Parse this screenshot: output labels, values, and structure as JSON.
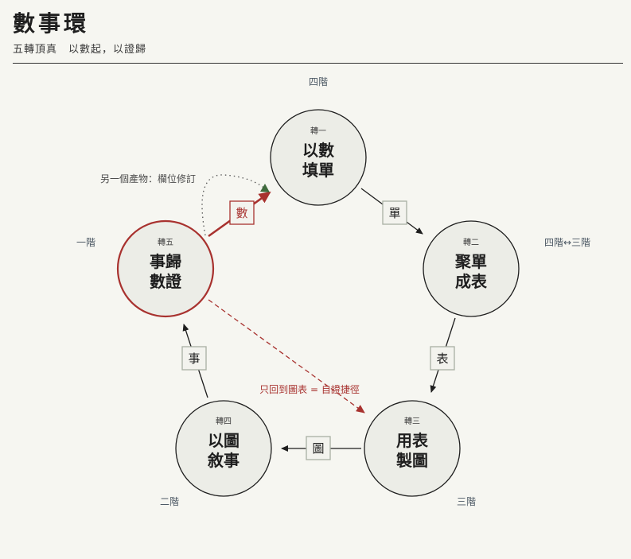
{
  "header": {
    "title": "數事環",
    "subtitle": "五轉頂真　以數起，以證歸"
  },
  "colors": {
    "accent_red": "#a8322f",
    "node_fill": "#ecede7",
    "ink": "#1e1e1e",
    "level_text": "#4d5965",
    "note_green": "#3f6b3d"
  },
  "stages": [
    {
      "id": "s1",
      "num": "轉一",
      "line1": "以數",
      "line2": "填單"
    },
    {
      "id": "s2",
      "num": "轉二",
      "line1": "聚單",
      "line2": "成表"
    },
    {
      "id": "s3",
      "num": "轉三",
      "line1": "用表",
      "line2": "製圖"
    },
    {
      "id": "s4",
      "num": "轉四",
      "line1": "以圖",
      "line2": "敘事"
    },
    {
      "id": "s5",
      "num": "轉五",
      "line1": "事歸",
      "line2": "數證"
    }
  ],
  "edges": [
    {
      "from": "s1",
      "to": "s2",
      "label": "單"
    },
    {
      "from": "s2",
      "to": "s3",
      "label": "表"
    },
    {
      "from": "s3",
      "to": "s4",
      "label": "圖"
    },
    {
      "from": "s4",
      "to": "s5",
      "label": "事"
    },
    {
      "from": "s5",
      "to": "s1",
      "label": "數"
    }
  ],
  "levels": {
    "top": "四階",
    "right": "四階↔三階",
    "left": "一階",
    "bottom_left": "二階",
    "bottom_right": "三階"
  },
  "notes": {
    "byproduct": "另一個產物：欄位修訂",
    "shortcut": "只回到圖表 = 自證捷徑"
  }
}
